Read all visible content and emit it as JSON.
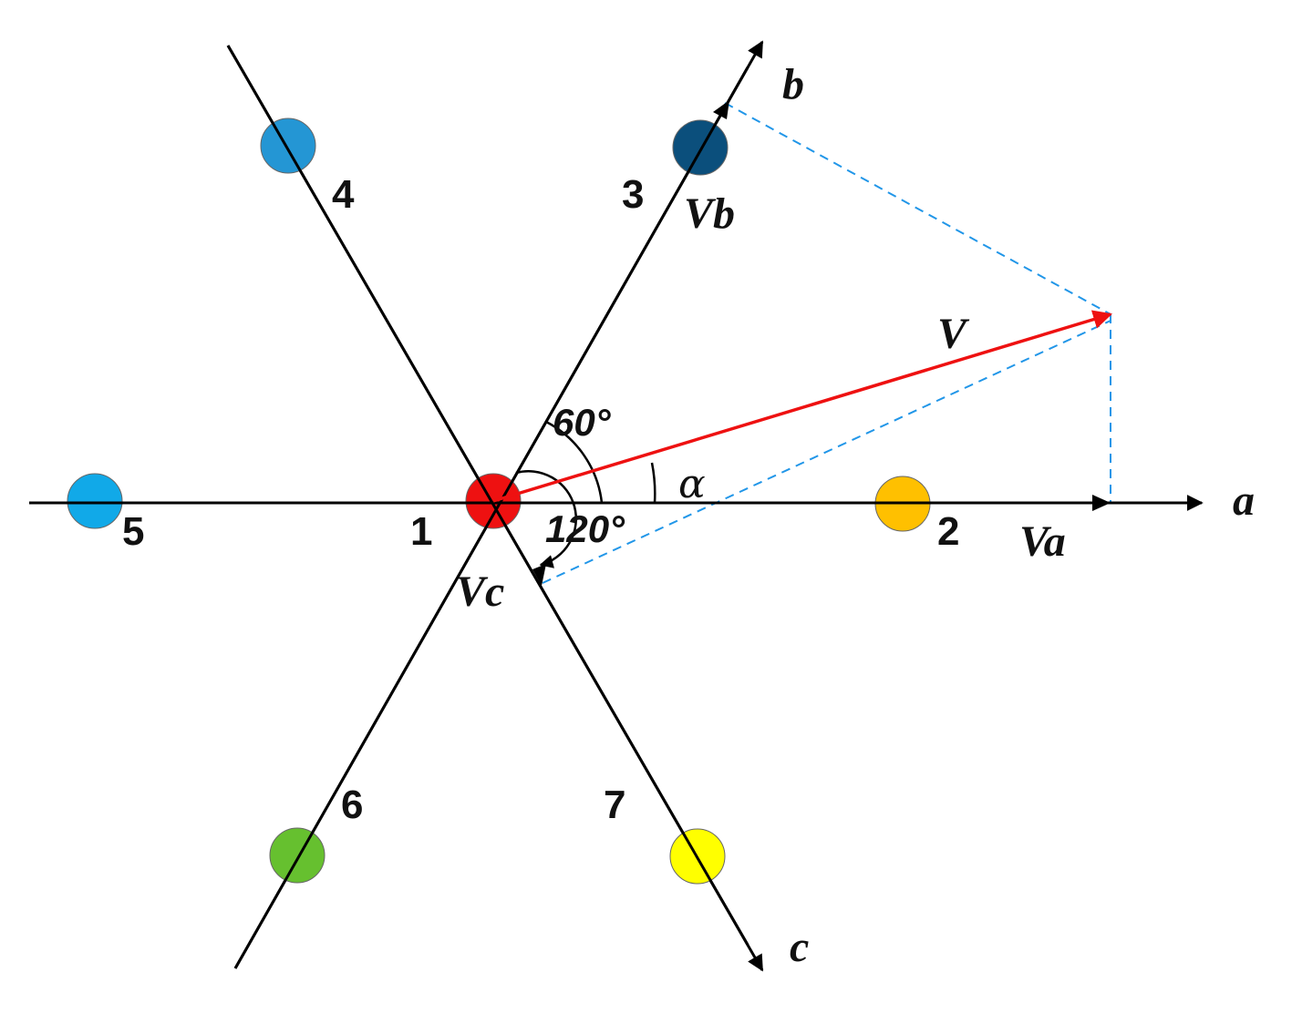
{
  "diagram": {
    "axes": {
      "a": "a",
      "b": "b",
      "c": "c"
    },
    "vectors": {
      "V": "V",
      "Va": "Va",
      "Vb": "Vb",
      "Vc": "Vc"
    },
    "angles": {
      "sixty": "60°",
      "one_twenty": "120°",
      "alpha": "α"
    },
    "nodes": [
      {
        "id": "1",
        "label": "1",
        "color": "#ee1111"
      },
      {
        "id": "2",
        "label": "2",
        "color": "#ffc000"
      },
      {
        "id": "3",
        "label": "3",
        "color": "#0b4f7c"
      },
      {
        "id": "4",
        "label": "4",
        "color": "#2496d4"
      },
      {
        "id": "5",
        "label": "5",
        "color": "#11a9e8"
      },
      {
        "id": "6",
        "label": "6",
        "color": "#66c02f"
      },
      {
        "id": "7",
        "label": "7",
        "color": "#ffff00"
      }
    ],
    "colors": {
      "axis": "#000000",
      "vector_v": "#ee1111",
      "projection_dashes": "#2196e8"
    }
  }
}
